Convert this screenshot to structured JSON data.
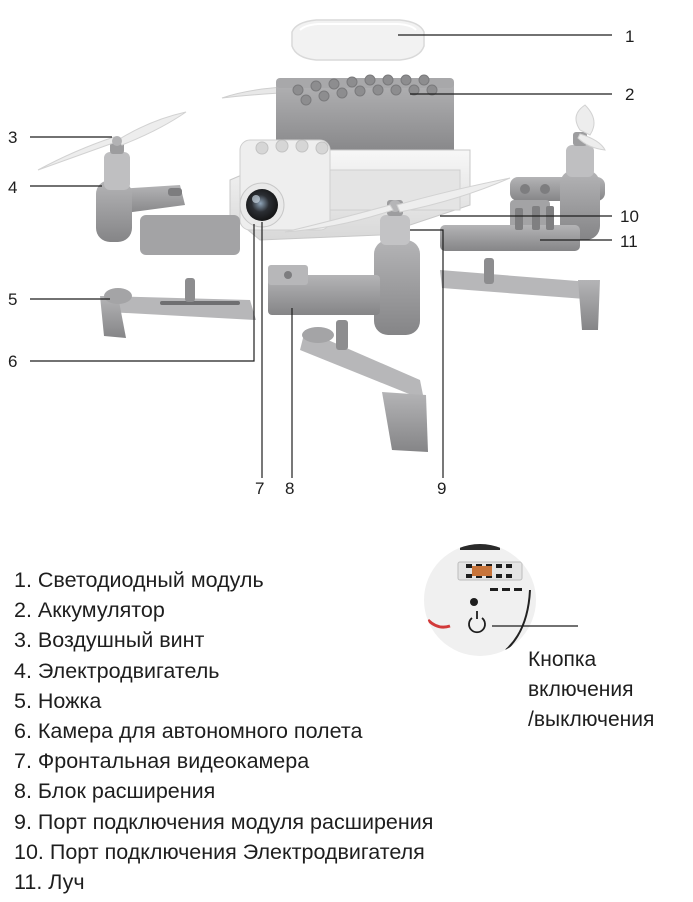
{
  "callouts": {
    "c1": "1",
    "c2": "2",
    "c3": "3",
    "c4": "4",
    "c5": "5",
    "c6": "6",
    "c7": "7",
    "c8": "8",
    "c9": "9",
    "c10": "10",
    "c11": "11"
  },
  "legend": [
    "1. Светодиодный модуль",
    "2. Аккумулятор",
    "3. Воздушный винт",
    "4. Электродвигатель",
    "5. Ножка",
    "6. Камера для автономного полета",
    "7. Фронтальная видеокамера",
    "8. Блок расширения",
    "9. Порт подключения модуля расширения",
    "10. Порт подключения Электродвигателя",
    "11. Луч"
  ],
  "power_button": {
    "line1": "Кнопка",
    "line2": "включения",
    "line3": "/выключения"
  },
  "colors": {
    "frame_gray": "#9a9a9c",
    "light_gray": "#c9c9cb",
    "body_white": "#ececec",
    "text": "#1e1e1e"
  }
}
